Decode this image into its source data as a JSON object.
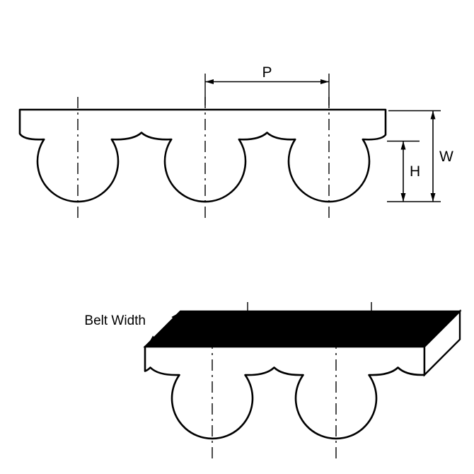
{
  "diagram": {
    "labels": {
      "pitch": "P",
      "width": "W",
      "height": "H",
      "belt_width": "Belt Width"
    },
    "colors": {
      "background": "#ffffff",
      "line": "#000000",
      "belt_fill": "#ffffff",
      "belt_top_face": "#000000"
    }
  }
}
